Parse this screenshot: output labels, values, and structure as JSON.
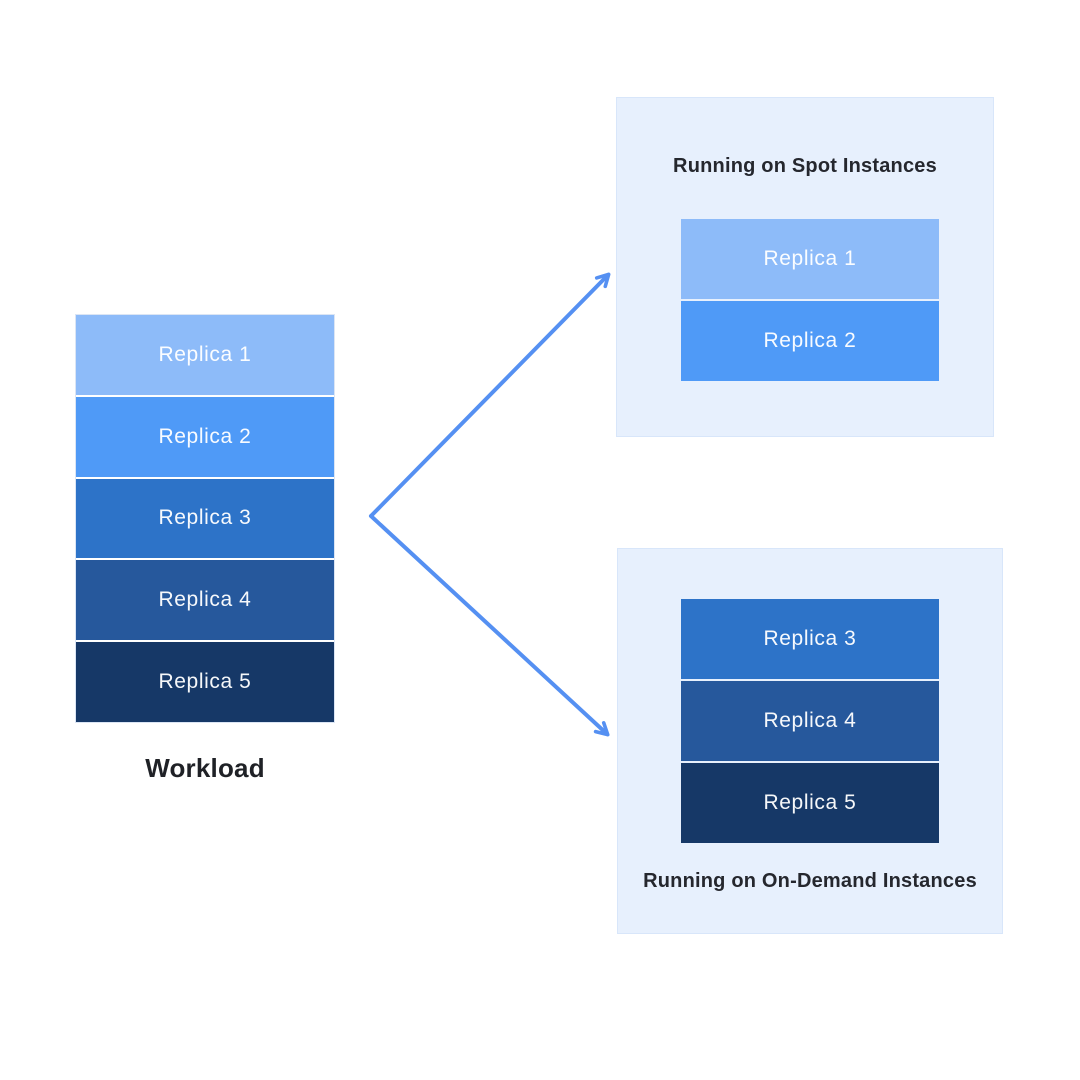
{
  "diagram": {
    "workload": {
      "caption": "Workload",
      "replicas": [
        {
          "label": "Replica 1",
          "color": "#8dbbf9"
        },
        {
          "label": "Replica 2",
          "color": "#4f9af7"
        },
        {
          "label": "Replica 3",
          "color": "#2d73c8"
        },
        {
          "label": "Replica 4",
          "color": "#26589c"
        },
        {
          "label": "Replica 5",
          "color": "#163867"
        }
      ]
    },
    "spot_group": {
      "title": "Running on Spot Instances",
      "replicas": [
        {
          "label": "Replica 1",
          "color": "#8dbbf9"
        },
        {
          "label": "Replica 2",
          "color": "#4f9af7"
        }
      ]
    },
    "ondemand_group": {
      "title": "Running on On-Demand Instances",
      "replicas": [
        {
          "label": "Replica 3",
          "color": "#2d73c8"
        },
        {
          "label": "Replica 4",
          "color": "#26589c"
        },
        {
          "label": "Replica 5",
          "color": "#163867"
        }
      ]
    },
    "colors": {
      "arrow": "#5590f2",
      "group_box_background": "#e7f0fd",
      "replica_text": "#ffffff",
      "title_text": "#25272e"
    }
  }
}
